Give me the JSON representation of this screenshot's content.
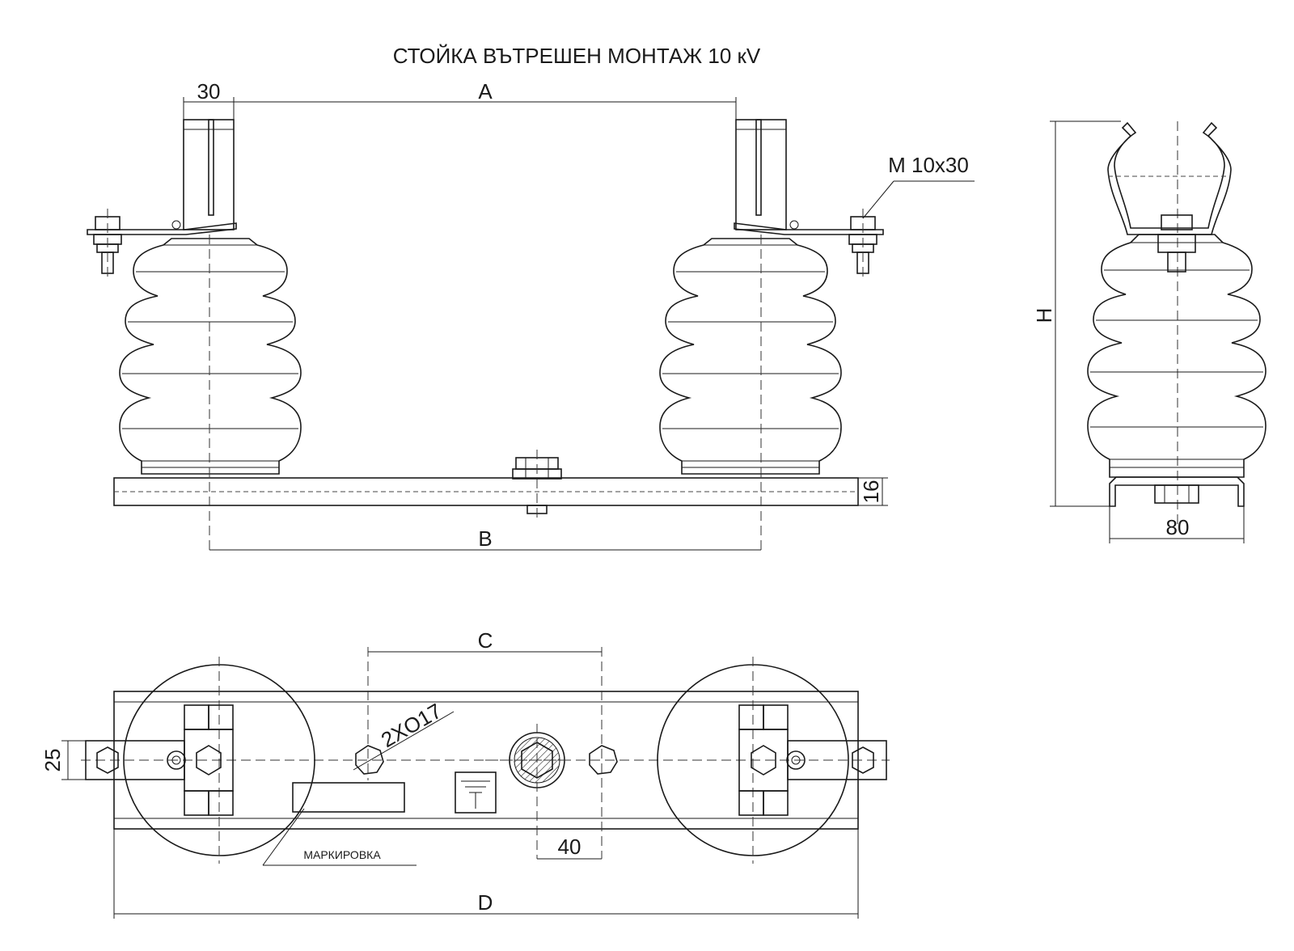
{
  "title": "СТОЙКА ВЪТРЕШЕН МОНТАЖ 10 кV",
  "dimensions": {
    "a": "A",
    "b": "B",
    "c": "C",
    "d": "D",
    "h": "H",
    "d30": "30",
    "d16": "16",
    "d80": "80",
    "d25": "25",
    "d40": "40"
  },
  "callouts": {
    "bolt": "M 10x30",
    "holes": "2XO17",
    "marking": "МАРКИРОВКА"
  }
}
